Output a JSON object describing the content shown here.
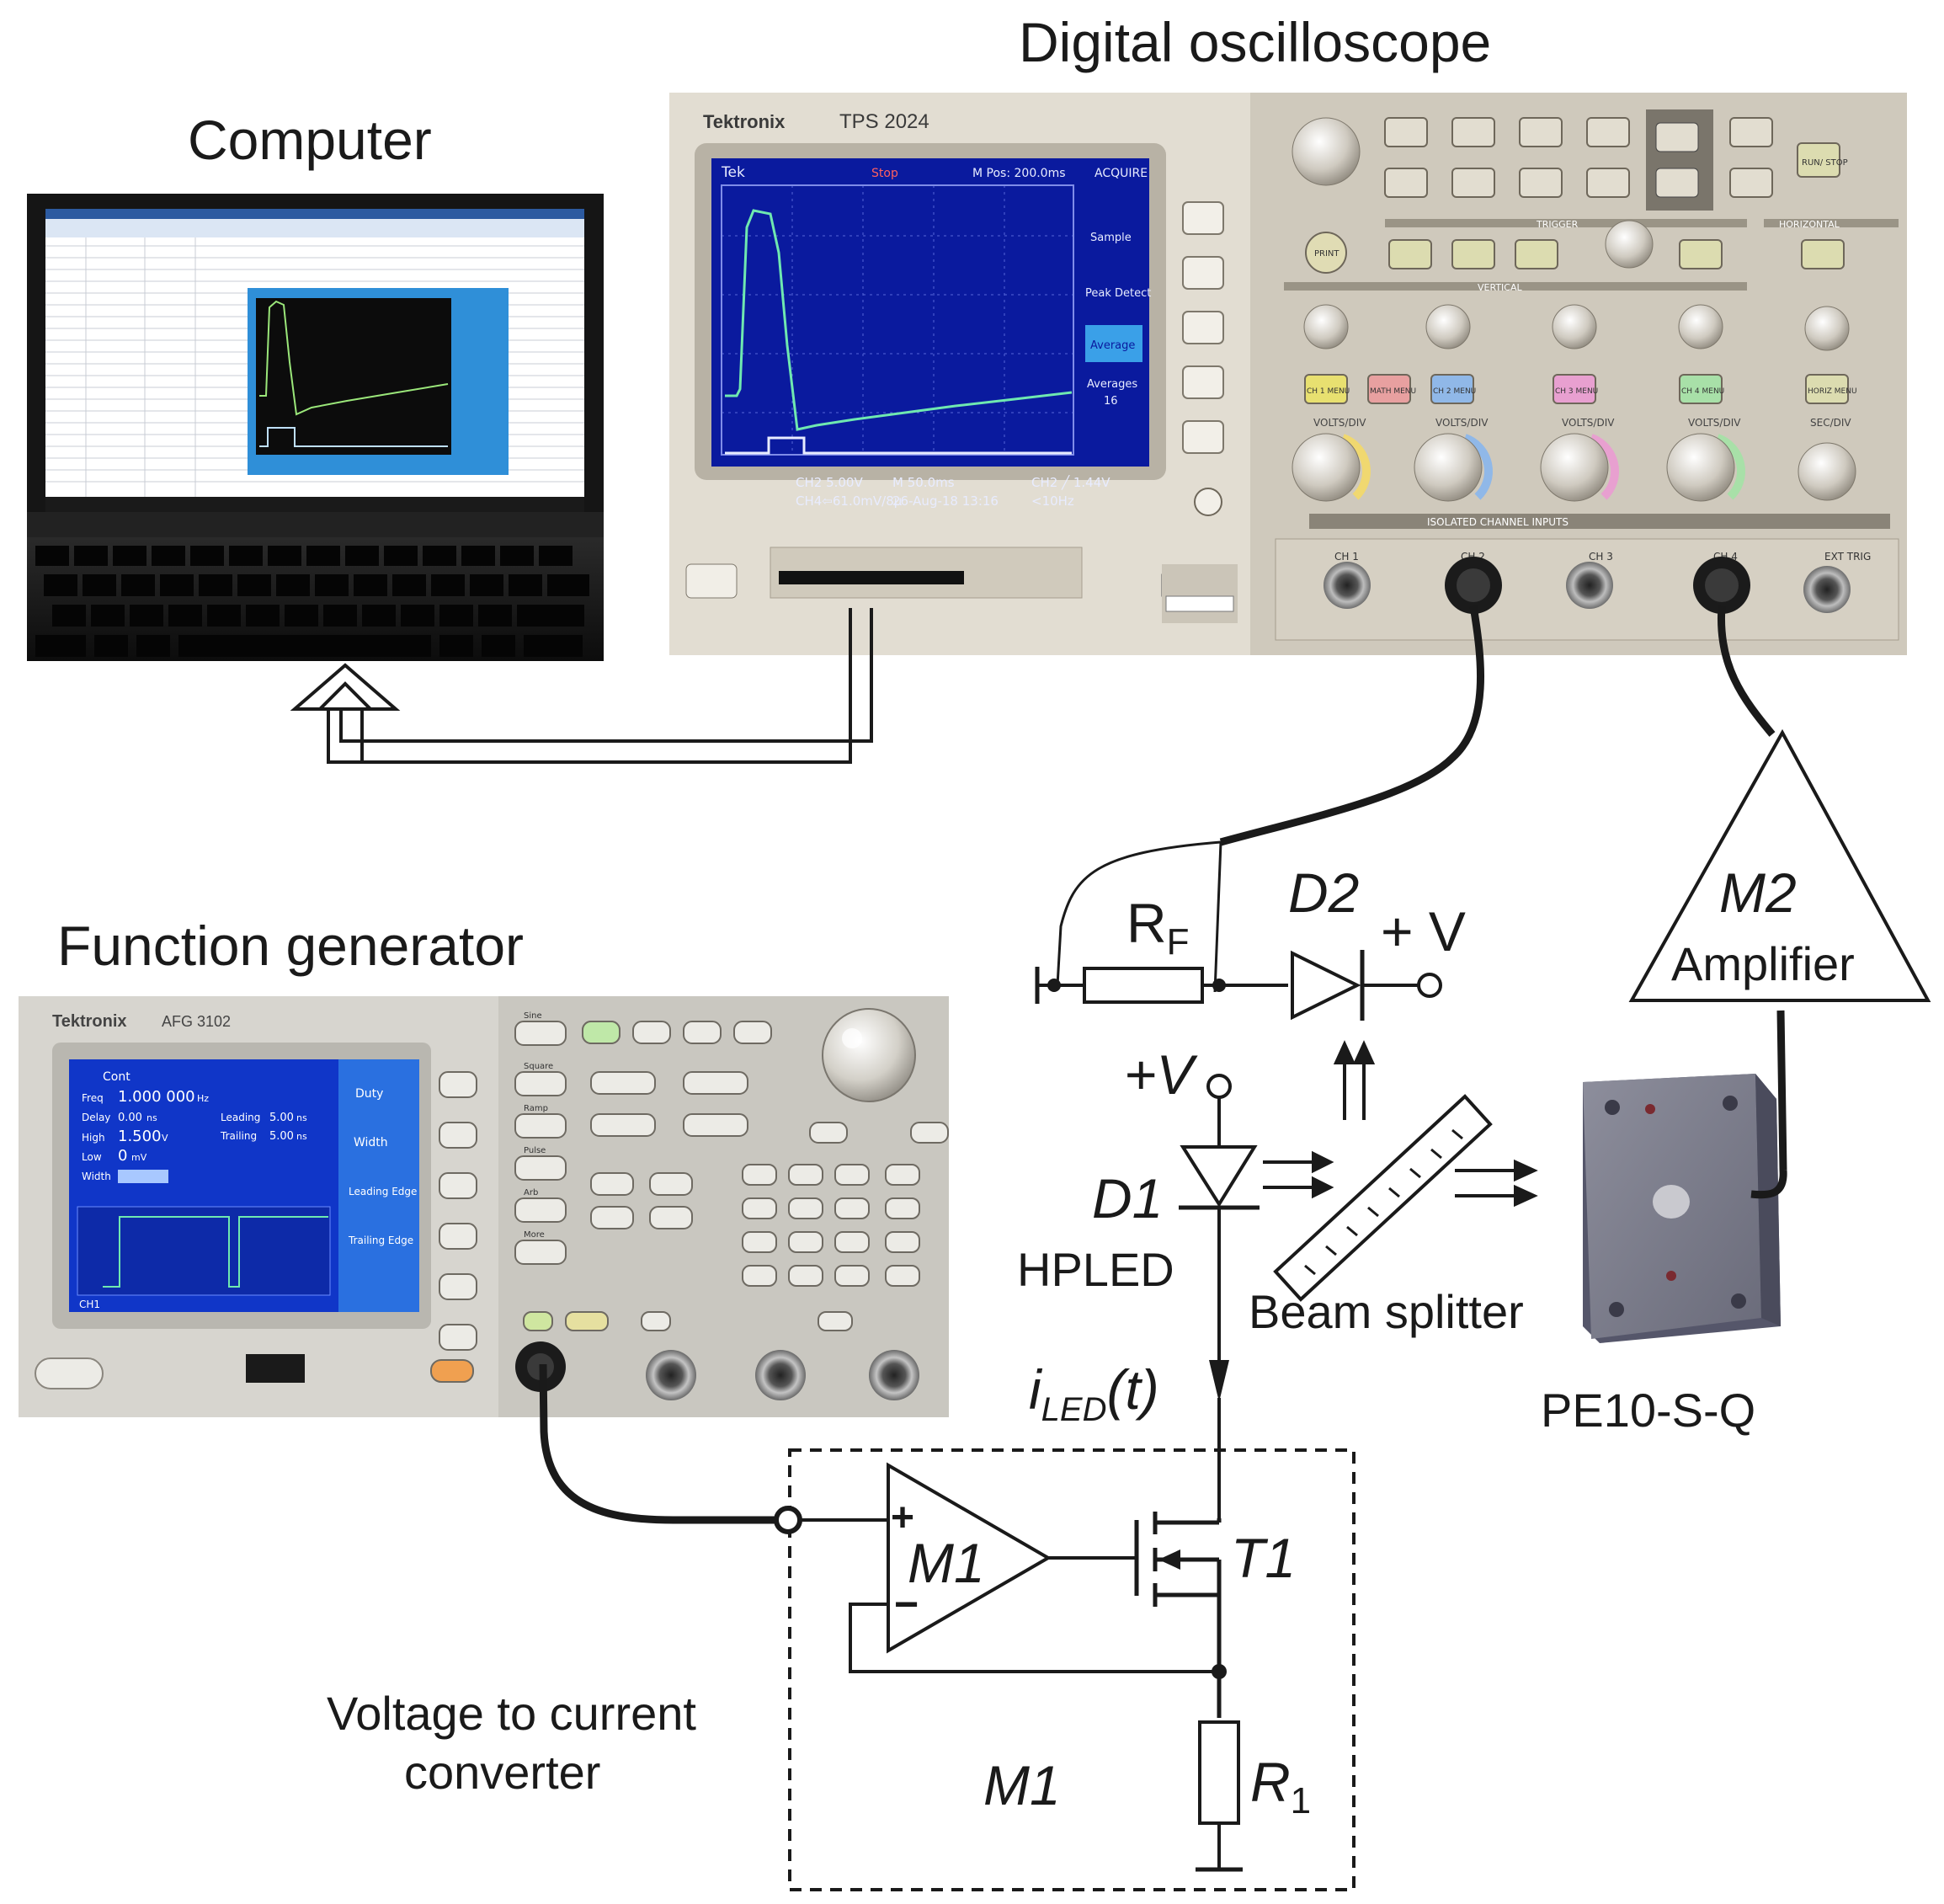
{
  "labels": {
    "oscilloscope_title": "Digital oscilloscope",
    "computer_title": "Computer",
    "function_generator_title": "Function generator",
    "rf": "R",
    "rf_sub": "F",
    "d2": "D2",
    "plus_v_d2": "+ V",
    "plus_v_d1": "+V",
    "d1": "D1",
    "hpled": "HPLED",
    "beam_splitter": "Beam splitter",
    "m2": "M2",
    "amplifier": "Amplifier",
    "pe10": "PE10-S-Q",
    "i_led": "i",
    "i_led_sub": "LED",
    "i_led_t": "(t)",
    "m1_amp": "M1",
    "t1": "T1",
    "r1": "R",
    "r1_sub": "1",
    "vtc_line1": "Voltage to current",
    "vtc_line2": "converter",
    "m1_box": "M1",
    "opamp_plus": "+",
    "opamp_minus": "−"
  },
  "oscilloscope": {
    "brand": "Tektronix",
    "model": "TPS 2024",
    "screen_tek": "Tek",
    "screen_status": "Stop",
    "screen_mpos": "M Pos: 200.0ms",
    "menu_title": "ACQUIRE",
    "menu_items": [
      "Sample",
      "Peak Detect",
      "Average",
      "Averages"
    ],
    "averages_value": "16",
    "readout_line1_left": "CH2  5.00V",
    "readout_line1_mid": "M 50.0ms",
    "readout_line1_right": "CH2 ╱ 1.44V",
    "readout_line2_left": "CH4⇦61.0mV/8µ",
    "readout_line2_mid": "26-Aug-18 13:16",
    "readout_line2_right": "<10Hz",
    "channel_menus": [
      "CH 1 MENU",
      "MATH MENU",
      "CH 2 MENU",
      "CH 3 MENU",
      "CH 4 MENU",
      "HORIZ MENU"
    ],
    "knob_labels": [
      "VOLTS/DIV",
      "VOLTS/DIV",
      "VOLTS/DIV",
      "VOLTS/DIV",
      "SEC/DIV"
    ],
    "inputs": [
      "CH 1",
      "CH 2",
      "CH 3",
      "CH 4",
      "EXT TRIG"
    ],
    "inputs_banner": "ISOLATED CHANNEL INPUTS",
    "section_trigger": "TRIGGER",
    "section_vertical": "VERTICAL",
    "section_horizontal": "HORIZONTAL",
    "print_button": "PRINT",
    "run_stop": "RUN/ STOP"
  },
  "function_generator": {
    "brand": "Tektronix",
    "model": "AFG 3102",
    "screen_mode": "Cont",
    "params": [
      {
        "name": "Freq",
        "value": "1.000 000",
        "unit": "Hz"
      },
      {
        "name": "Delay",
        "value": "0.00",
        "unit": "ns"
      },
      {
        "name": "High",
        "value": "1.500",
        "unit": "V"
      },
      {
        "name": "Low",
        "value": "0",
        "unit": "mV"
      },
      {
        "name": "Width",
        "value": "",
        "unit": ""
      }
    ],
    "edges": [
      {
        "name": "Leading",
        "value": "5.00",
        "unit": "ns"
      },
      {
        "name": "Trailing",
        "value": "5.00",
        "unit": "ns"
      }
    ],
    "side_menu": [
      "Duty",
      "Width",
      "Leading Edge",
      "Trailing Edge"
    ],
    "buttons": [
      "Sine",
      "Square",
      "Ramp",
      "Pulse",
      "Arb",
      "More"
    ],
    "channel_label": "CH1"
  },
  "colors": {
    "scope_body": "#d9d4c8",
    "scope_screen": "#0a1a9e",
    "trace_green": "#6fe8b0",
    "trace_white": "#e8ecff",
    "fg_screen": "#1036c8",
    "line": "#1a1a1a"
  },
  "icons": {
    "computer": "laptop-photo",
    "sensor": "pe10-sensor-photo",
    "diode": "diode-symbol",
    "mosfet": "mosfet-symbol",
    "opamp": "opamp-triangle",
    "resistor": "resistor-box"
  }
}
